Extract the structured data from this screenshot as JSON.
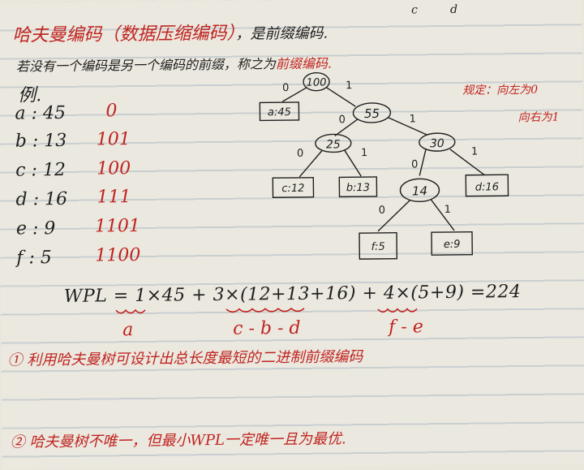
{
  "top_corner": {
    "left": "c",
    "right": "d"
  },
  "title": {
    "red_part": "哈夫曼编码（数据压缩编码）",
    "black_part": "，是前缀编码."
  },
  "definition": {
    "black_part": "若没有一个编码是另一个编码的前缀，称之为",
    "red_part": "前缀编码."
  },
  "example_label": "例.",
  "rule": {
    "left": "规定：向左为0",
    "right": "向右为1"
  },
  "codes": [
    {
      "symbol": "a : 45",
      "code": "0"
    },
    {
      "symbol": "b : 13",
      "code": "101"
    },
    {
      "symbol": "c : 12",
      "code": "100"
    },
    {
      "symbol": "d : 16",
      "code": "111"
    },
    {
      "symbol": "e : 9",
      "code": "1101"
    },
    {
      "symbol": "f : 5",
      "code": "1100"
    }
  ],
  "tree": {
    "internal": [
      "100",
      "55",
      "25",
      "30",
      "14"
    ],
    "leaves": [
      "a:45",
      "c:12",
      "b:13",
      "d:16",
      "f:5",
      "e:9"
    ],
    "edge_left": "0",
    "edge_right": "1"
  },
  "wpl": {
    "formula": "WPL = 1×45 + 3×(12+13+16) + 4×(5+9) =224",
    "under_a": "a",
    "under_cbd": "c - b - d",
    "under_fe": "f - e"
  },
  "note1": "① 利用哈夫曼树可设计出总长度最短的二进制前缀编码",
  "note2": "② 哈夫曼树不唯一，但最小WPL一定唯一且为最优."
}
